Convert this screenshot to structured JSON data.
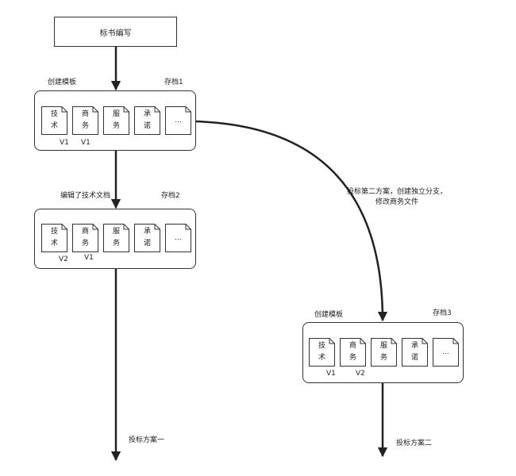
{
  "nodes": {
    "start": "标书编写"
  },
  "groups": [
    {
      "left_label": "创建模板",
      "right_label": "存档1",
      "docs": [
        "技\n术",
        "商\n务",
        "服\n务",
        "承\n诺",
        "..."
      ],
      "versions": [
        "V1",
        "V1"
      ]
    },
    {
      "left_label": "编辑了技术文档",
      "right_label": "存档2",
      "docs": [
        "技\n术",
        "商\n务",
        "服\n务",
        "承\n诺",
        "..."
      ],
      "versions": [
        "V2",
        "V1"
      ]
    },
    {
      "left_label": "创建模板",
      "right_label": "存档3",
      "docs": [
        "技\n术",
        "商\n务",
        "服\n务",
        "承\n诺",
        "..."
      ],
      "versions": [
        "V1",
        "V2"
      ]
    }
  ],
  "edges": {
    "branch_label": "投标第二方案，创建独立分支，\n修改商务文件",
    "end1_label": "投标方案一",
    "end2_label": "投标方案二"
  },
  "colors": {
    "line": "#222222",
    "border": "#333333"
  }
}
